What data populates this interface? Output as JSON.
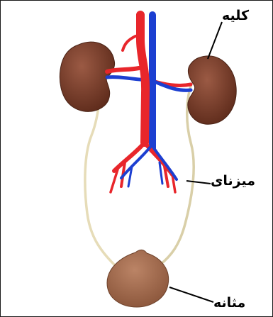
{
  "labels": {
    "kidney": "کلیه",
    "ureter": "میزنای",
    "bladder": "مثانه"
  },
  "colors": {
    "artery": "#e8262b",
    "vein": "#1c3fd1",
    "kidney": "#6e3523",
    "kidney_highlight": "#9b5a44",
    "ureter": "#e6dcb8",
    "bladder": "#9a6245",
    "bladder_highlight": "#bb8466",
    "leader_line": "#000000"
  }
}
